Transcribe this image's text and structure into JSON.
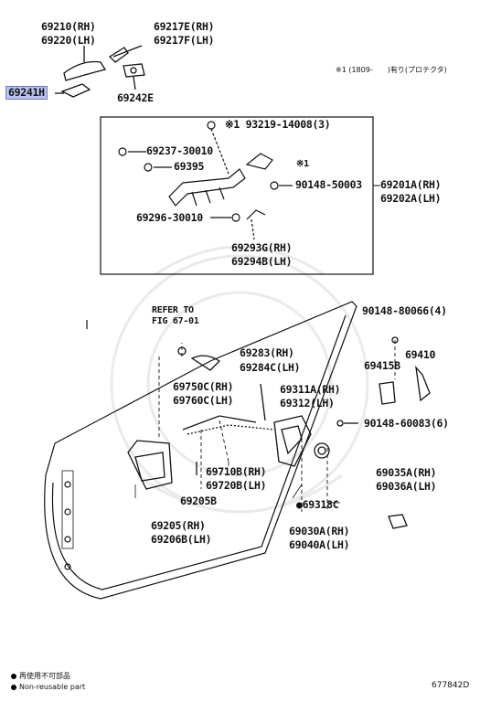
{
  "labels": {
    "p69210": "69210(RH)",
    "p69220": "69220(LH)",
    "p69217e": "69217E(RH)",
    "p69217f": "69217F(LH)",
    "p69241h": "69241H",
    "p69242e": "69242E",
    "note_x1": "※1 (1809-　　)有り(プロテクタ)",
    "p93219": "※1 93219-14008(3)",
    "p69237": "69237-30010",
    "p69395": "69395",
    "x1_mark": "※1",
    "p90148_50003": "90148-50003",
    "p69201a": "69201A(RH)",
    "p69202a": "69202A(LH)",
    "p69296": "69296-30010",
    "p69293g": "69293G(RH)",
    "p69294b": "69294B(LH)",
    "refer_to": "REFER TO",
    "fig": "FIG 67-01",
    "p90148_80066": "90148-80066(4)",
    "p69283": "69283(RH)",
    "p69284c": "69284C(LH)",
    "p69410": "69410",
    "p69415b": "69415B",
    "p69750c": "69750C(RH)",
    "p69760c": "69760C(LH)",
    "p69311a": "69311A(RH)",
    "p69312": "69312(LH)",
    "p90148_60083": "90148-60083(6)",
    "p69710b": "69710B(RH)",
    "p69720b": "69720B(LH)",
    "p69205b": "69205B",
    "p69318c": "●69318C",
    "p69035a": "69035A(RH)",
    "p69036a": "69036A(LH)",
    "p69205": "69205(RH)",
    "p69206b": "69206B(LH)",
    "p69030a": "69030A(RH)",
    "p69040a": "69040A(LH)"
  },
  "legend": {
    "jp": "再使用不可部品",
    "en": "Non-reusable part"
  },
  "diagram_id": "677842D",
  "colors": {
    "highlight": "#b9c2f0",
    "ink": "#111111"
  }
}
